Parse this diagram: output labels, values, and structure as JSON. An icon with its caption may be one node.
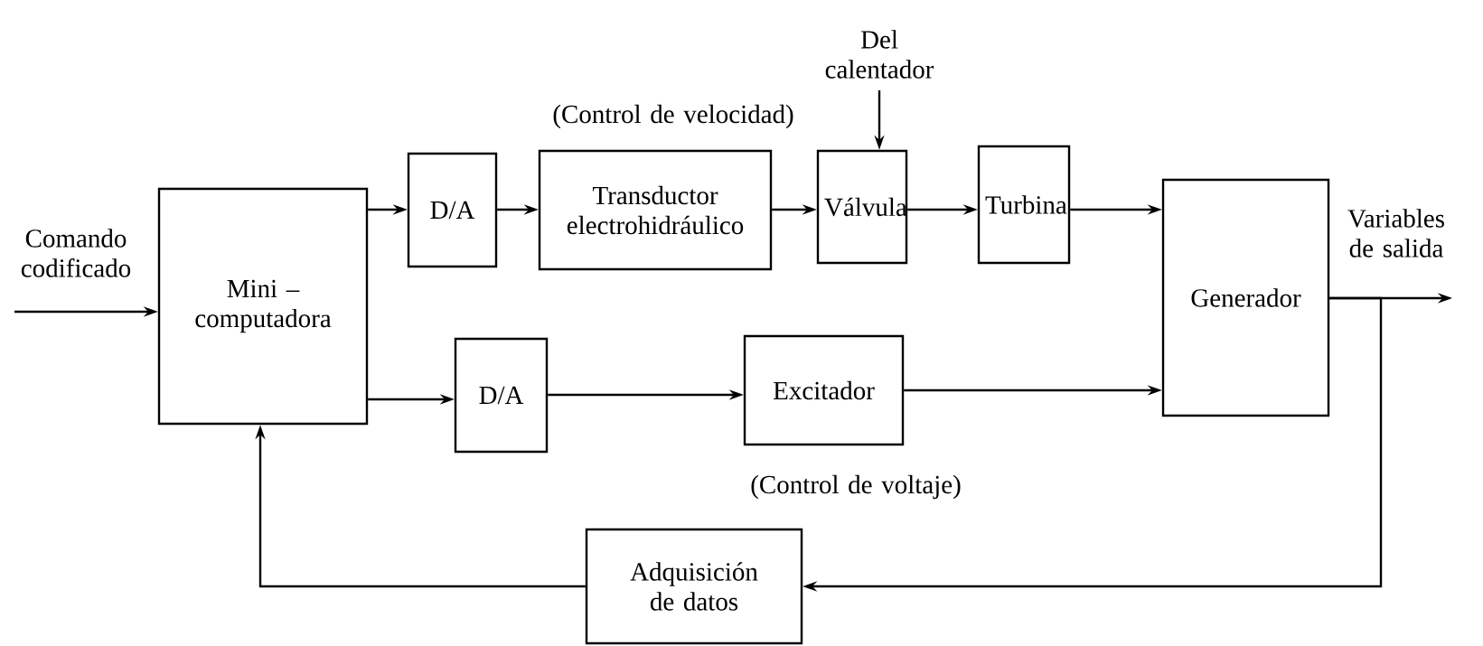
{
  "diagram": {
    "nodes": [
      {
        "text": [
          "Mini – computadora"
        ]
      },
      {
        "text": [
          "D/A"
        ]
      },
      {
        "text": [
          "Transductor electrohidráulico"
        ]
      },
      {
        "text": [
          "Válvula"
        ]
      },
      {
        "text": [
          "Turbina"
        ]
      },
      {
        "text": [
          "Generador"
        ]
      },
      {
        "text": [
          "D/A"
        ]
      },
      {
        "text": [
          "Excitador"
        ]
      },
      {
        "text": [
          "Adquisición de datos"
        ]
      }
    ],
    "edges": [
      {
        "from": null,
        "to": 0,
        "arrow": "to",
        "label": "Comando codificado"
      },
      {
        "from": 0,
        "to": 1,
        "arrow": "to"
      },
      {
        "from": 1,
        "to": 2,
        "arrow": "to"
      },
      {
        "from": 2,
        "to": 3,
        "arrow": "to"
      },
      {
        "from": null,
        "to": 3,
        "arrow": "to",
        "label": "Del calentador"
      },
      {
        "from": 3,
        "to": 4,
        "arrow": "to"
      },
      {
        "from": 4,
        "to": 5,
        "arrow": "to"
      },
      {
        "from": 0,
        "to": 6,
        "arrow": "to"
      },
      {
        "from": 6,
        "to": 7,
        "arrow": "to"
      },
      {
        "from": 7,
        "to": 5,
        "arrow": "to"
      },
      {
        "from": 5,
        "to": null,
        "arrow": "to",
        "label": "Variables de salida"
      },
      {
        "from": 5,
        "to": 8,
        "arrow": "to"
      },
      {
        "from": 8,
        "to": 0,
        "arrow": "to"
      }
    ],
    "labels": [
      "(Control de velocidad)",
      "(Control de voltaje)"
    ]
  }
}
